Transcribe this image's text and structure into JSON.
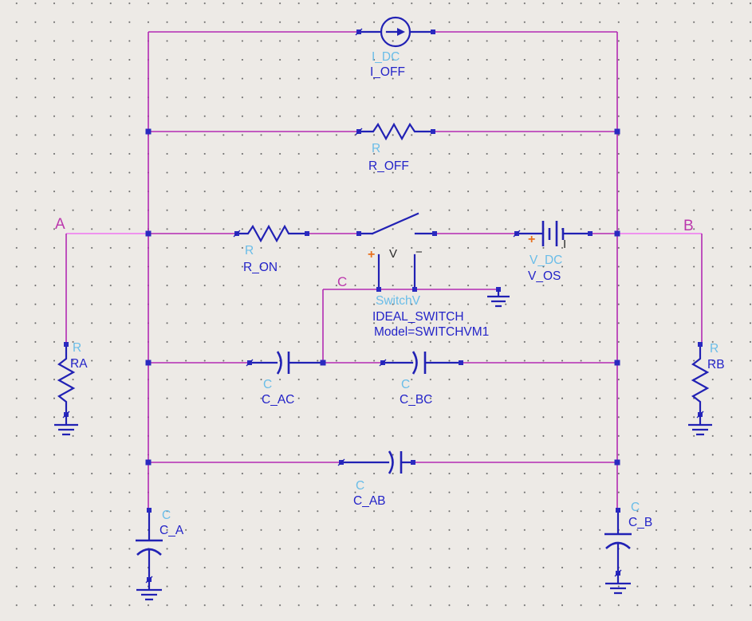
{
  "colors": {
    "background": "#edeae6",
    "grid_dot": "#6b6b6b",
    "wire": "#b32ab3",
    "wire_highlight": "#ef86ef",
    "symbol_blue": "#2121b4",
    "terminal_blue": "#2a2ac0",
    "id_label": "#6abde8",
    "name_label": "#2323c8",
    "node_label": "#bb37ad",
    "plus_orange": "#e8701e",
    "annotation_dark": "#2a2a2a"
  },
  "nodes": {
    "a": "A",
    "b": "B",
    "c": "C"
  },
  "components": {
    "i_off": {
      "id": "I_DC",
      "name": "I_OFF"
    },
    "r_off": {
      "id": "R",
      "name": "R_OFF"
    },
    "r_on": {
      "id": "R",
      "name": "R_ON"
    },
    "switch": {
      "id": "SwitchV",
      "name": "IDEAL_SWITCH",
      "model": "Model=SWITCHVM1",
      "plus": "+",
      "v_label": "V",
      "minus": "−"
    },
    "v_os": {
      "id": "V_DC",
      "name": "V_OS",
      "plus": "+",
      "minus_mark": "I"
    },
    "ra": {
      "id": "R",
      "name": "RA"
    },
    "rb": {
      "id": "R",
      "name": "RB"
    },
    "c_ac": {
      "id": "C",
      "name": "C_AC"
    },
    "c_bc": {
      "id": "C",
      "name": "C_BC"
    },
    "c_ab": {
      "id": "C",
      "name": "C_AB"
    },
    "c_a": {
      "id": "C",
      "name": "C_A"
    },
    "c_b": {
      "id": "C",
      "name": "C_B"
    }
  }
}
